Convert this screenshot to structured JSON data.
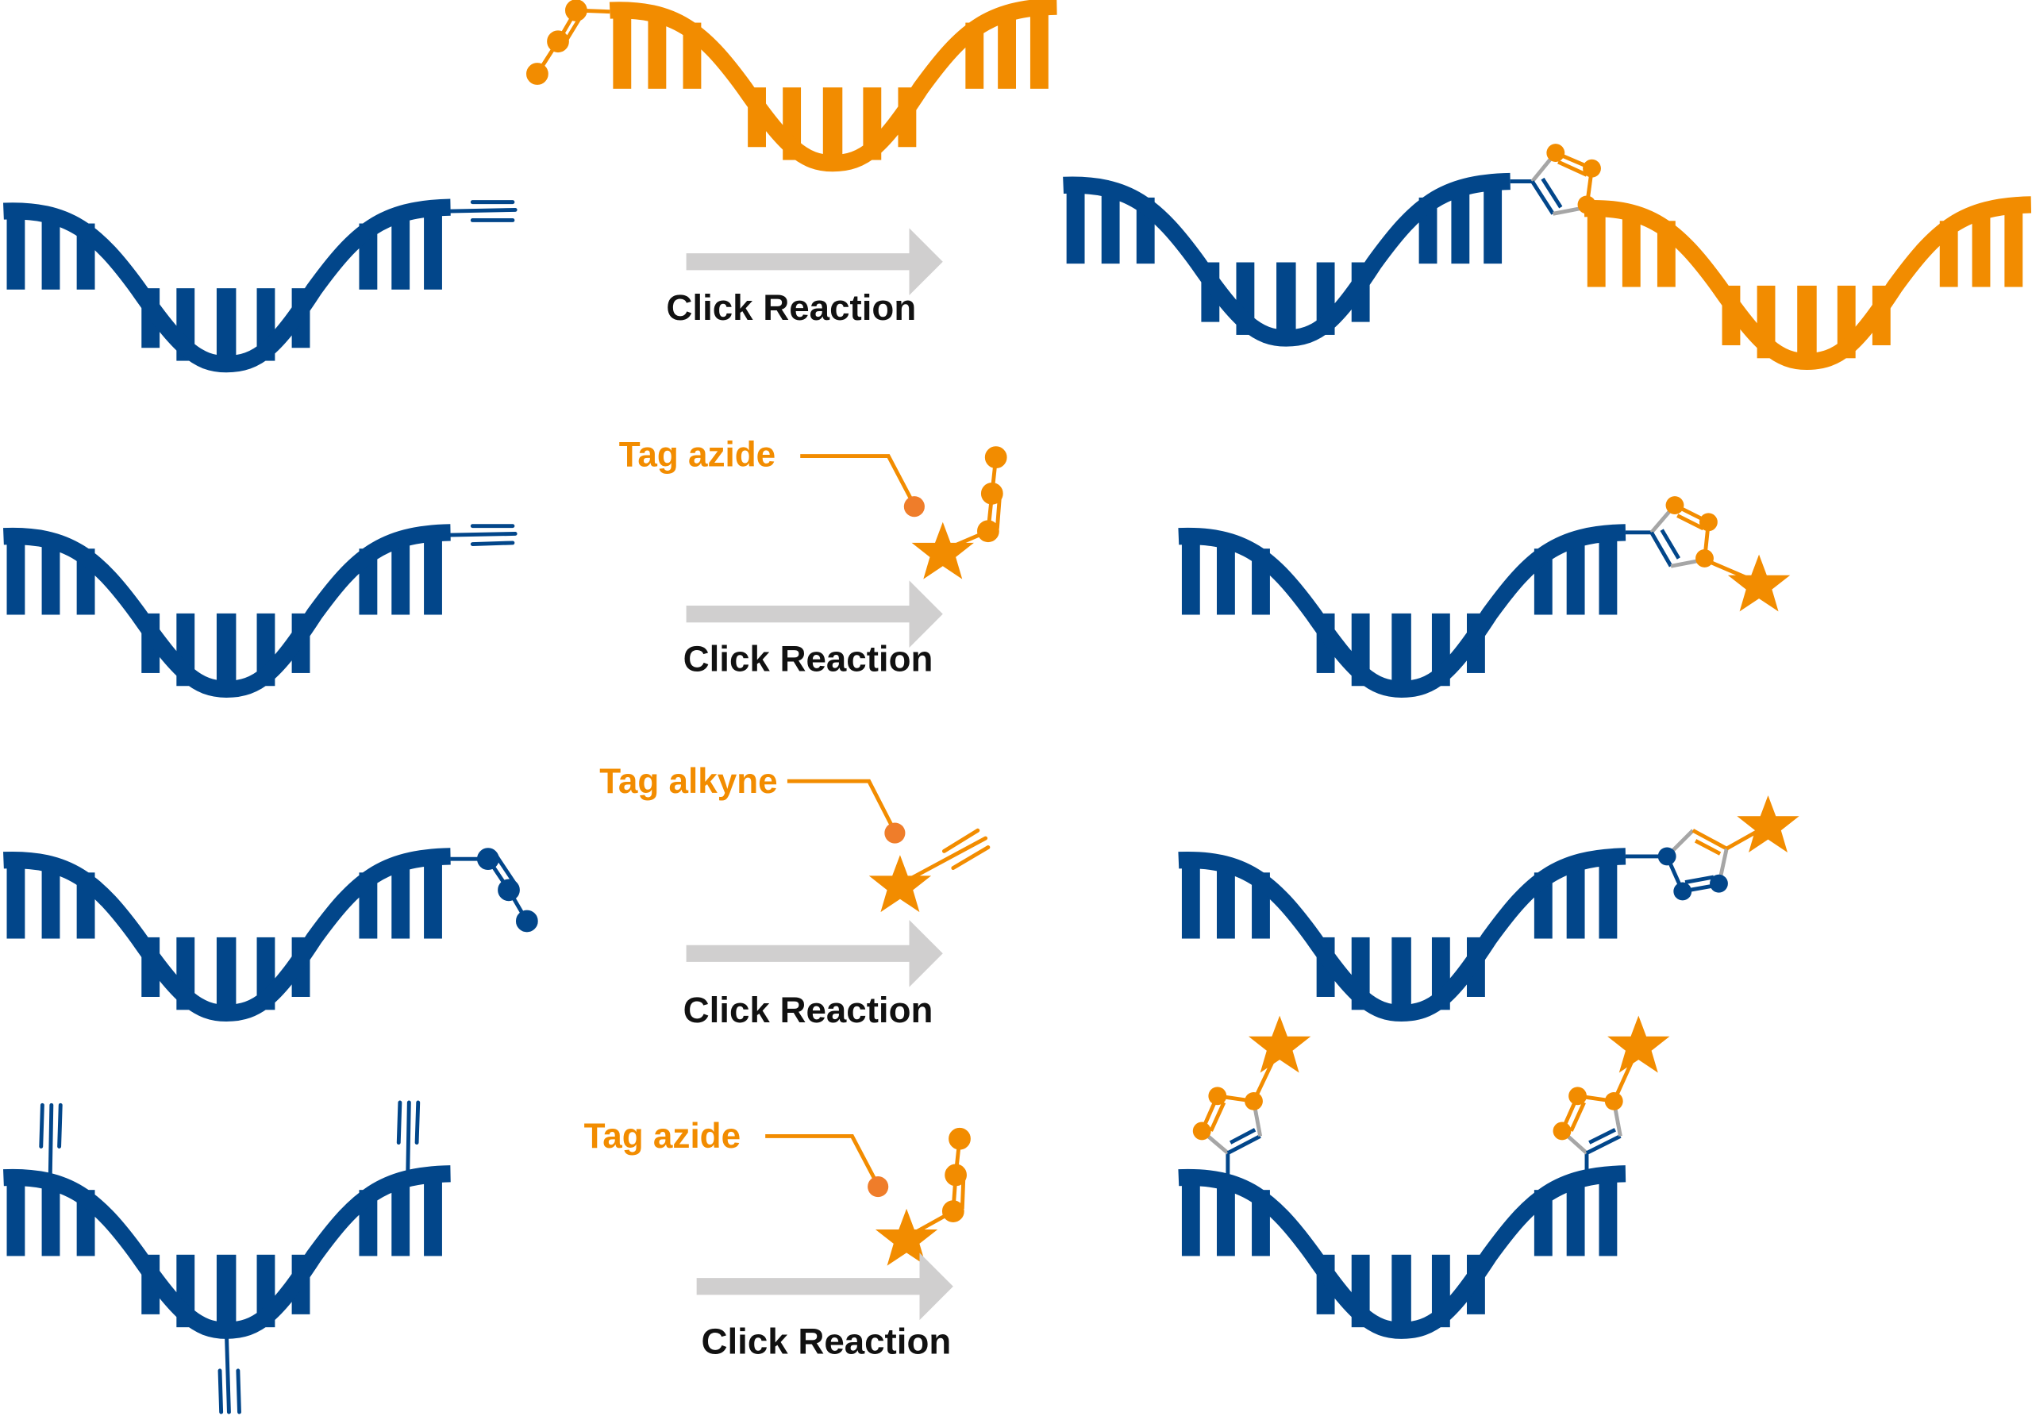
{
  "colors": {
    "blue": "#02468a",
    "orange": "#f28c00",
    "arrow": "#d0cfcf",
    "link": "#a6a6a6"
  },
  "rows": [
    {
      "reaction_label": "Click Reaction"
    },
    {
      "tag_label": "Tag azide",
      "reaction_label": "Click Reaction"
    },
    {
      "tag_label": "Tag alkyne",
      "reaction_label": "Click Reaction"
    },
    {
      "tag_label": "Tag azide",
      "reaction_label": "Click Reaction"
    }
  ]
}
